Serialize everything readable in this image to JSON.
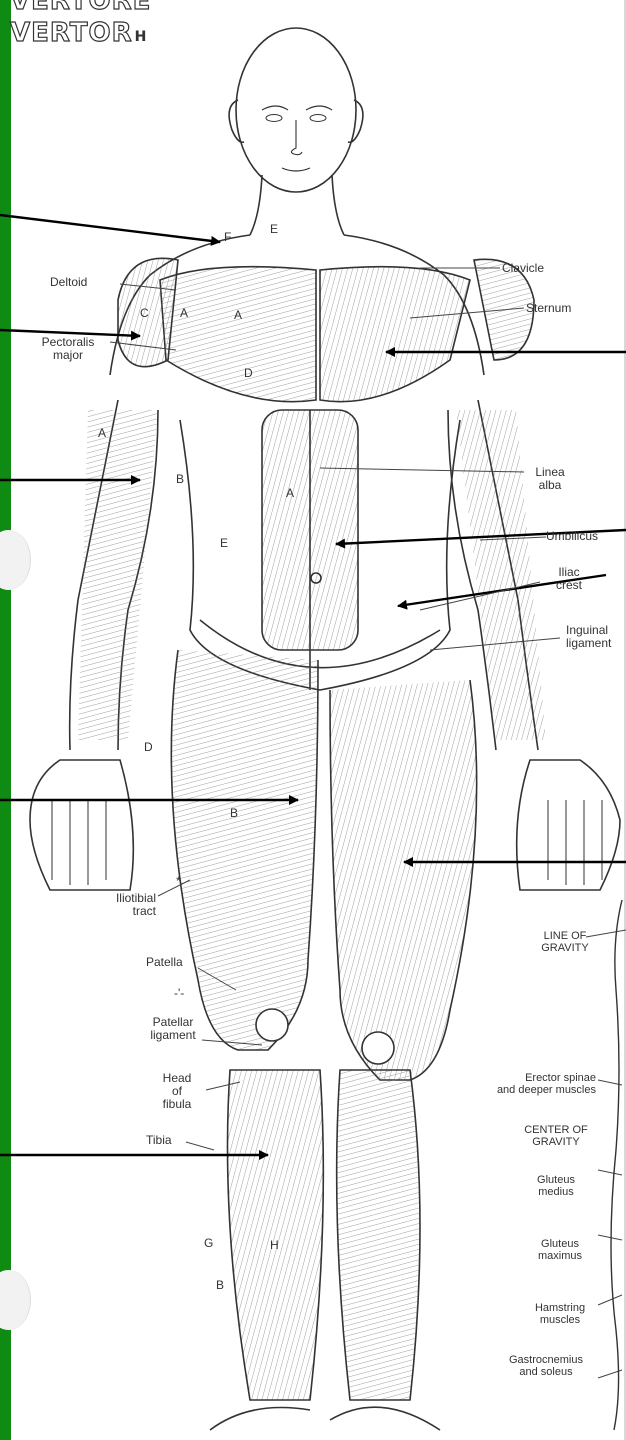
{
  "header": {
    "line1": "VERTORE",
    "line2": "VERTOR",
    "suffix": "H"
  },
  "labels": {
    "deltoid": "Deltoid",
    "pectoralis": "Pectoralis",
    "major": "major",
    "clavicle": "Clavicle",
    "sternum": "Sternum",
    "linea": "Linea",
    "alba": "alba",
    "umbilicus": "Umbilicus",
    "iliac": "Iliac",
    "crest": "crest",
    "inguinal": "Inguinal",
    "ligament": "ligament",
    "iliotibial": "Iliotibial",
    "tract": "tract",
    "patella": "Patella",
    "patellar": "Patellar",
    "patellar_ligament": "ligament",
    "head": "Head",
    "of": "of",
    "fibula": "fibula",
    "tibia": "Tibia",
    "line_of": "LINE OF",
    "gravity": "GRAVITY",
    "erector": "Erector spinae",
    "deeper": "and deeper muscles",
    "center_of": "CENTER OF",
    "center_gravity": "GRAVITY",
    "gluteus_med": "Gluteus",
    "medius": "medius",
    "gluteus_max": "Gluteus",
    "maximus": "maximus",
    "hamstring": "Hamstring",
    "hamstring_muscles": "muscles",
    "gastrocnemius": "Gastrocnemius",
    "soleus": "and soleus"
  },
  "letters": {
    "F": "F",
    "E": "E",
    "C": "C",
    "A": "A",
    "D": "D",
    "B": "B",
    "G": "G",
    "H": "H",
    "star": "*",
    "tick": "-'-"
  },
  "colors": {
    "sidebar": "#0f8a12",
    "ink": "#333333"
  }
}
